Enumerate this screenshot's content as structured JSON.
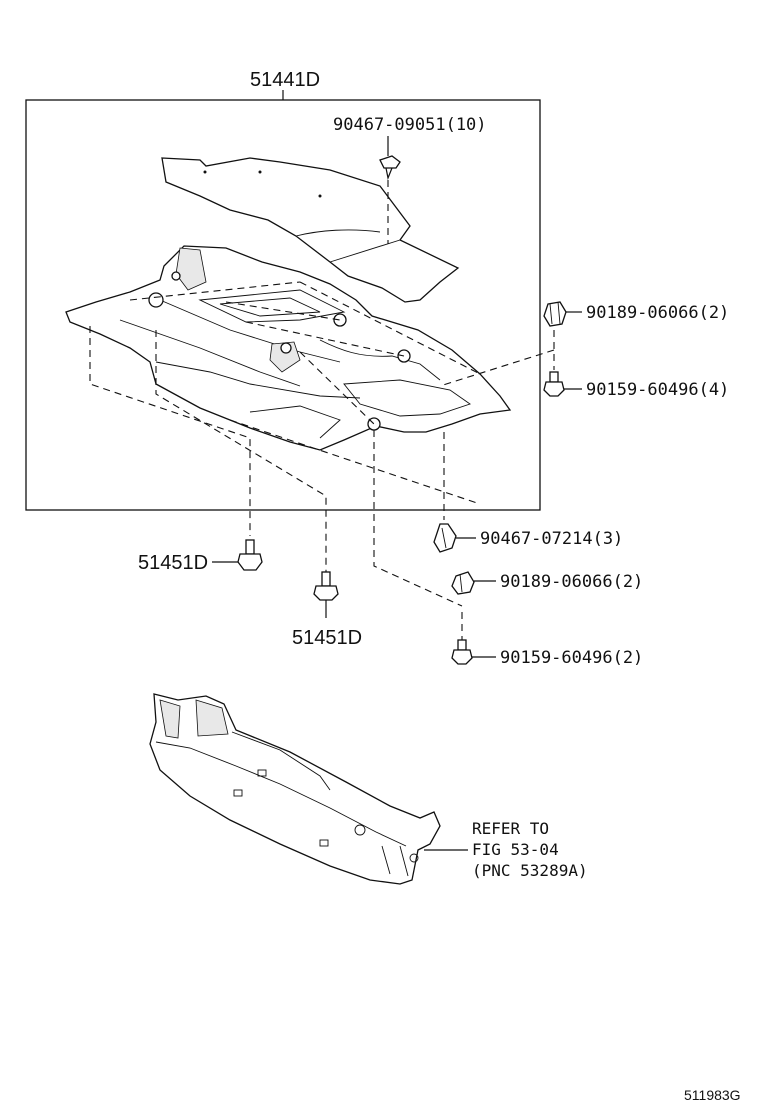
{
  "diagram": {
    "assembly_label": "51441D",
    "labels": {
      "clip_top": "90467-09051(10)",
      "nut_right_upper": "90189-06066(2)",
      "bolt_right_upper": "90159-60496(4)",
      "bolt_left": "51451D",
      "bolt_center": "51451D",
      "clip_right": "90467-07214(3)",
      "nut_right_lower": "90189-06066(2)",
      "bolt_right_lower": "90159-60496(2)"
    },
    "note_lines": [
      "REFER TO",
      "FIG 53-04",
      "(PNC 53289A)"
    ],
    "diagram_id": "511983G"
  }
}
